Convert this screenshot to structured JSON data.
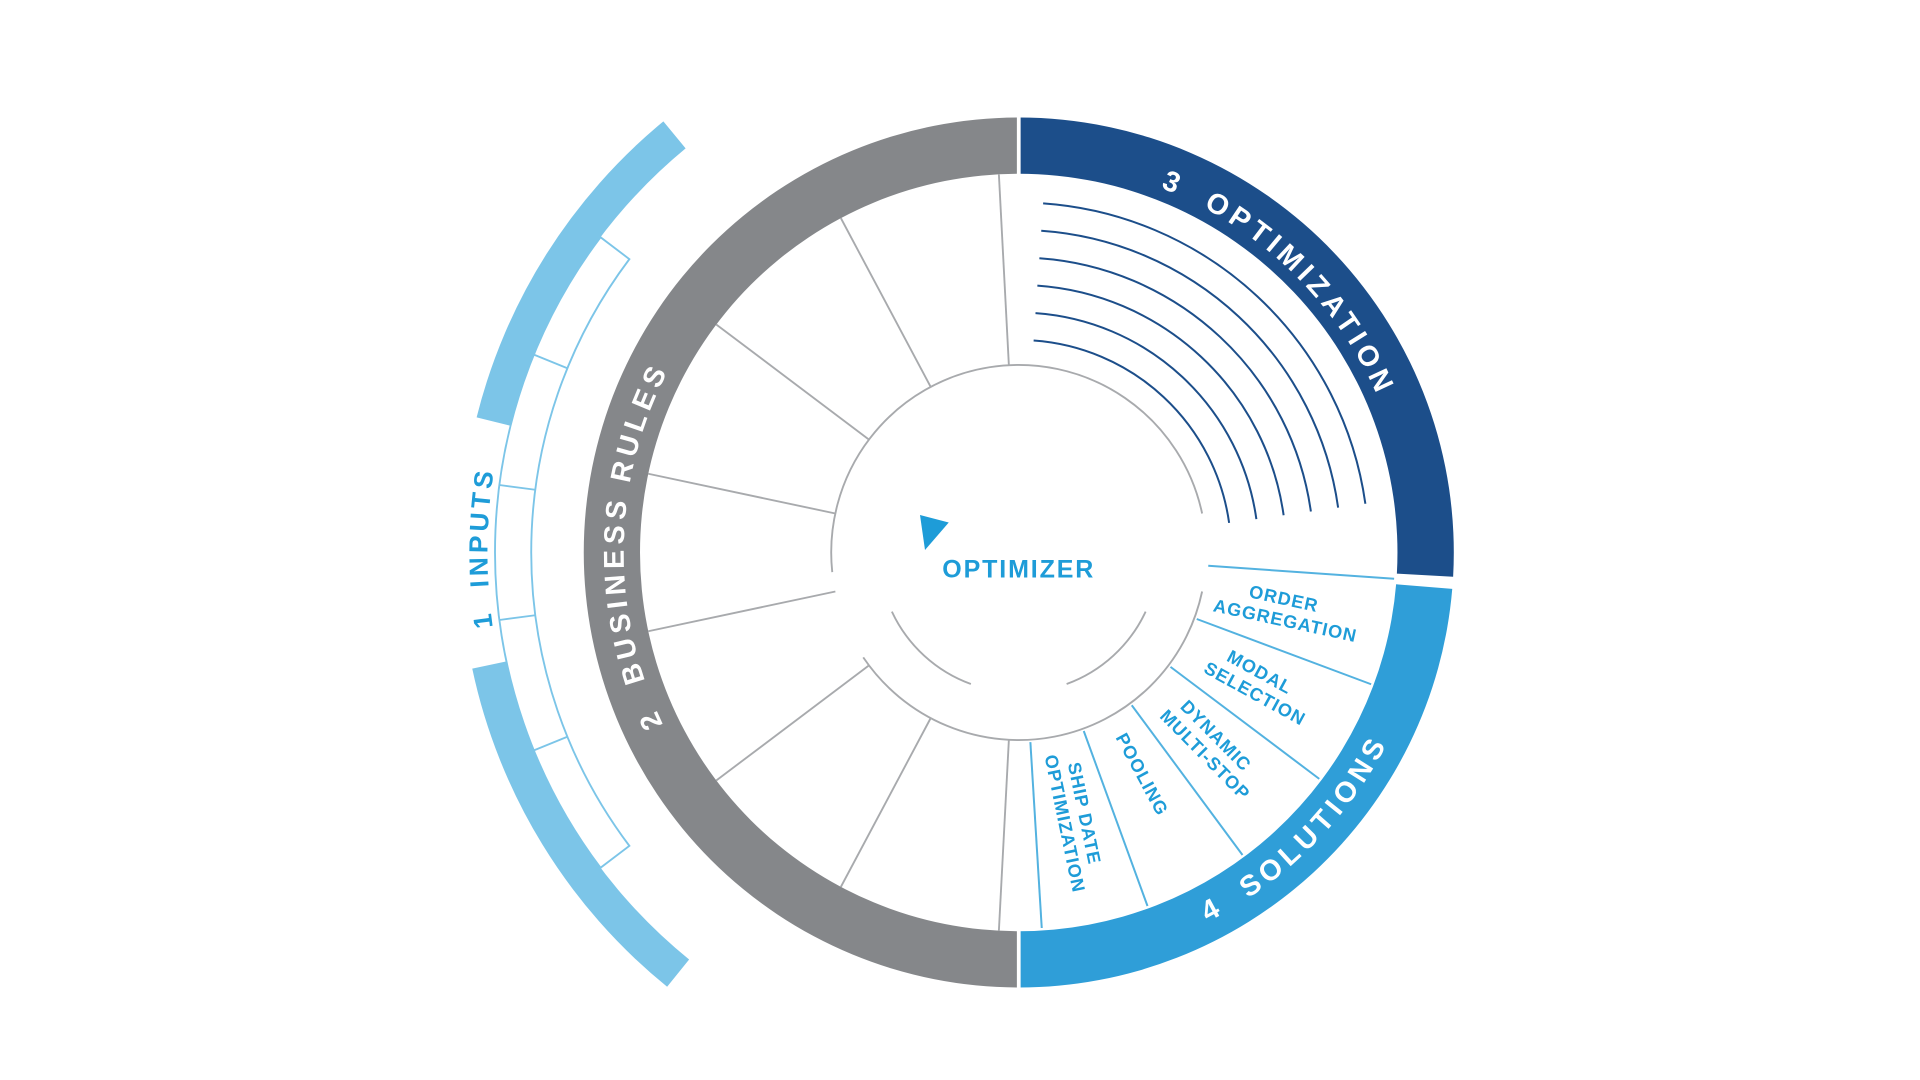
{
  "diagram": {
    "center": {
      "label": "OPTIMIZER"
    },
    "rings": [
      {
        "id": "inputs",
        "label": "1  INPUTS"
      },
      {
        "id": "business_rules",
        "label": "2  BUSINESS RULES"
      },
      {
        "id": "optimization",
        "label": "3  OPTIMIZATION"
      },
      {
        "id": "solutions",
        "label": "4  SOLUTIONS"
      }
    ],
    "solution_segments": [
      {
        "line1": "ORDER",
        "line2": "AGGREGATION"
      },
      {
        "line1": "MODAL",
        "line2": "SELECTION"
      },
      {
        "line1": "DYNAMIC",
        "line2": "MULTI-STOP"
      },
      {
        "line1": "POOLING",
        "line2": ""
      },
      {
        "line1": "SHIP DATE",
        "line2": "OPTIMIZATION"
      }
    ],
    "colors": {
      "navy": "#1c4e8a",
      "gray": "#85878a",
      "solutions_blue": "#2f9ed8",
      "inputs_blue": "#7cc5e8",
      "text_blue": "#1e9cd8",
      "divider_blue": "#53b2e0",
      "spoke_gray": "#a8aaad",
      "background": "#ffffff"
    }
  }
}
